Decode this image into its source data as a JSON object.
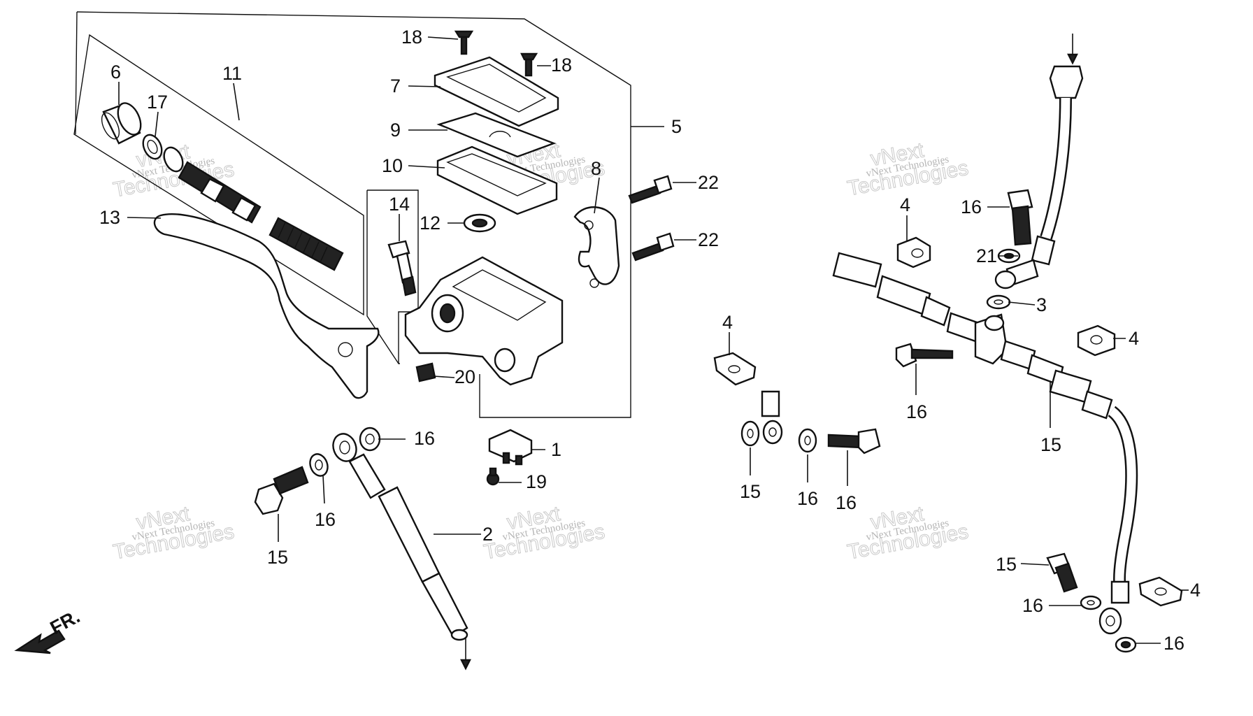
{
  "callouts": [
    {
      "id": "c-6",
      "text": "6"
    },
    {
      "id": "c-17",
      "text": "17"
    },
    {
      "id": "c-11",
      "text": "11"
    },
    {
      "id": "c-13",
      "text": "13"
    },
    {
      "id": "c-18a",
      "text": "18"
    },
    {
      "id": "c-18b",
      "text": "18"
    },
    {
      "id": "c-7",
      "text": "7"
    },
    {
      "id": "c-9",
      "text": "9"
    },
    {
      "id": "c-10",
      "text": "10"
    },
    {
      "id": "c-8",
      "text": "8"
    },
    {
      "id": "c-5",
      "text": "5"
    },
    {
      "id": "c-22a",
      "text": "22"
    },
    {
      "id": "c-22b",
      "text": "22"
    },
    {
      "id": "c-14",
      "text": "14"
    },
    {
      "id": "c-12",
      "text": "12"
    },
    {
      "id": "c-20",
      "text": "20"
    },
    {
      "id": "c-16a",
      "text": "16"
    },
    {
      "id": "c-1",
      "text": "1"
    },
    {
      "id": "c-19",
      "text": "19"
    },
    {
      "id": "c-2",
      "text": "2"
    },
    {
      "id": "c-16b",
      "text": "16"
    },
    {
      "id": "c-15a",
      "text": "15"
    },
    {
      "id": "c-4a",
      "text": "4"
    },
    {
      "id": "c-15b",
      "text": "15"
    },
    {
      "id": "c-16c",
      "text": "16"
    },
    {
      "id": "c-16d",
      "text": "16"
    },
    {
      "id": "c-4b",
      "text": "4"
    },
    {
      "id": "c-4c",
      "text": "4"
    },
    {
      "id": "c-21",
      "text": "21"
    },
    {
      "id": "c-3",
      "text": "3"
    },
    {
      "id": "c-16e",
      "text": "16"
    },
    {
      "id": "c-16f",
      "text": "16"
    },
    {
      "id": "c-15c",
      "text": "15"
    },
    {
      "id": "c-15d",
      "text": "15"
    },
    {
      "id": "c-16g",
      "text": "16"
    },
    {
      "id": "c-4d",
      "text": "4"
    },
    {
      "id": "c-16h",
      "text": "16"
    }
  ],
  "front_marker": "FR.",
  "watermark": {
    "line1": "vNext Technologies",
    "line2": "vNext",
    "line3": "Technologies"
  },
  "colors": {
    "ink": "#111111",
    "watermark": "#c4c4c4",
    "background": "#ffffff"
  }
}
